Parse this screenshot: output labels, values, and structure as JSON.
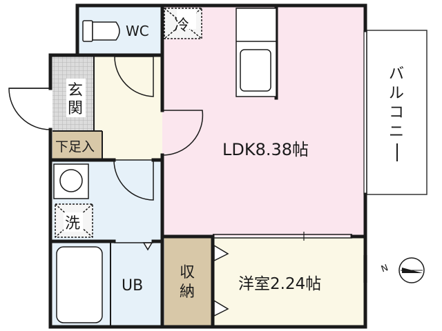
{
  "floorplan": {
    "rooms": {
      "wc": "WC",
      "genkan": [
        "玄",
        "関"
      ],
      "shoe_storage": "下足入",
      "ldk": "LDK8.38帖",
      "washer": "洗",
      "bath": "UB",
      "closet": [
        "収",
        "納"
      ],
      "western_room": "洋室2.24帖",
      "fridge": "冷",
      "balcony": [
        "バ",
        "ル",
        "コ",
        "ニ",
        "ー"
      ]
    },
    "compass": {
      "label": "N"
    },
    "colors": {
      "ldk": "#fbe6ee",
      "wet_area": "#e6f1f9",
      "entry": "#fbf8e6",
      "western_room": "#fbf8e6",
      "closet": "#d8c8a8",
      "shoe_storage": "#d8c8a8",
      "tile": "#cfcfcf",
      "wall": "#1a1a1a"
    }
  }
}
